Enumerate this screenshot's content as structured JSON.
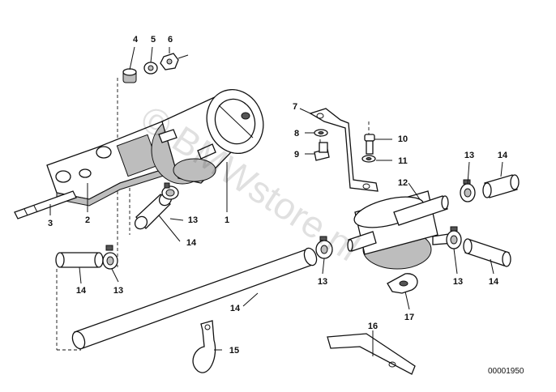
{
  "diagram": {
    "watermark": "© BMWstore.nl",
    "drawing_code": "00001950",
    "callouts": {
      "c1": "1",
      "c2": "2",
      "c3": "3",
      "c4": "4",
      "c5": "5",
      "c6": "6",
      "c7": "7",
      "c8": "8",
      "c9": "9",
      "c10": "10",
      "c11": "11",
      "c12": "12",
      "c13a": "13",
      "c13b": "13",
      "c13c": "13",
      "c13d": "13",
      "c13e": "13",
      "c14a": "14",
      "c14b": "14",
      "c14c": "14",
      "c14d": "14",
      "c14e": "14",
      "c15": "15",
      "c16": "16",
      "c17": "17"
    }
  }
}
